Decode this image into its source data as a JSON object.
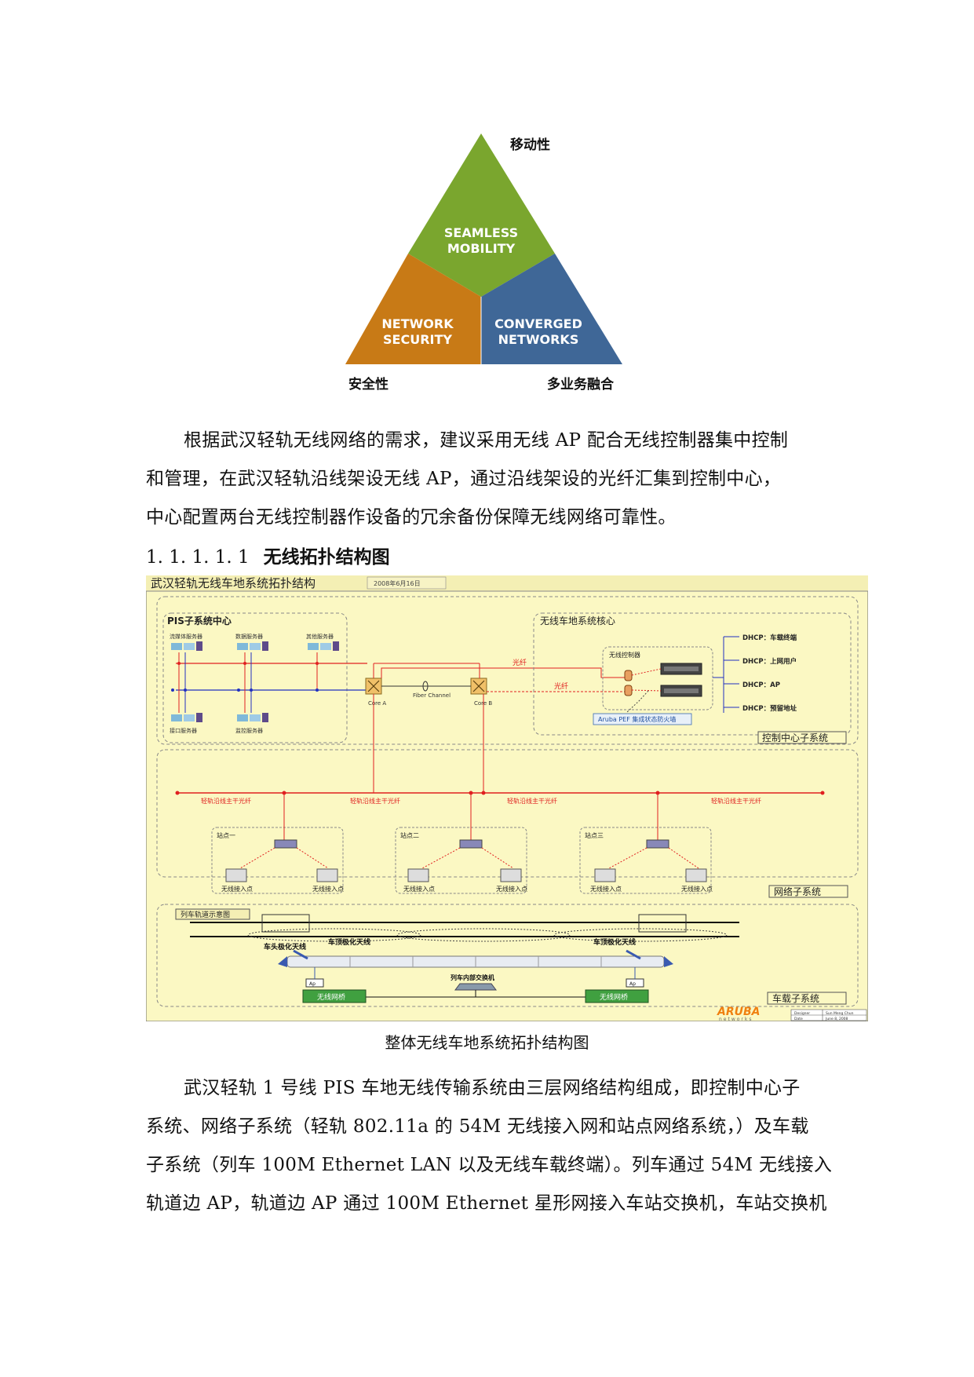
{
  "triangle": {
    "top_label": "移动性",
    "left_label": "安全性",
    "right_label": "多业务融合",
    "top_text_1": "SEAMLESS",
    "top_text_2": "MOBILITY",
    "left_text_1": "NETWORK",
    "left_text_2": "SECURITY",
    "right_text_1": "CONVERGED",
    "right_text_2": "NETWORKS",
    "colors": {
      "top": "#7aa62e",
      "left": "#c87a16",
      "right": "#3f6797"
    }
  },
  "paragraph1": {
    "lines": [
      "根据武汉轻轨无线网络的需求，建议采用无线 AP 配合无线控制器集中控制",
      "和管理，在武汉轻轨沿线架设无线 AP，通过沿线架设的光纤汇集到控制中心，",
      "中心配置两台无线控制器作设备的冗余备份保障无线网络可靠性。"
    ]
  },
  "heading": {
    "number": "1. 1. 1. 1. 1",
    "title": "无线拓扑结构图"
  },
  "diagram": {
    "title": "武汉轻轨无线车地系统拓扑结构",
    "date": "2008年6月16日",
    "pis": {
      "label": "PIS子系统中心",
      "servers": [
        "流媒体服务器",
        "数据服务器",
        "其他服务器",
        "接口服务器",
        "监控服务器"
      ]
    },
    "core_a": "Core A",
    "core_b": "Core B",
    "fiber_channel": "Fiber Channel",
    "fiber_1": "光纤",
    "fiber_2": "光纤",
    "wireless_core": {
      "label": "无线车地系统核心",
      "controller": "无线控制器",
      "firewall": "Aruba PEF 集成状态防火墙",
      "dhcp": [
        "DHCP：车载终端",
        "DHCP：上网用户",
        "DHCP：AP",
        "DHCP：预留地址"
      ]
    },
    "control_center_label": "控制中心子系统",
    "trunk_labels": [
      "轻轨沿线主干光纤",
      "轻轨沿线主干光纤",
      "轻轨沿线主干光纤",
      "轻轨沿线主干光纤"
    ],
    "stations": [
      {
        "name": "站点一",
        "ap_left": "无线接入点",
        "ap_right": "无线接入点"
      },
      {
        "name": "站点二",
        "ap_left": "无线接入点",
        "ap_right": "无线接入点"
      },
      {
        "name": "站点三",
        "ap_left": "无线接入点",
        "ap_right": "无线接入点"
      }
    ],
    "network_label": "网络子系统",
    "track_label": "列车轨道示意图",
    "head_antenna": "车头极化天线",
    "roof_antenna_1": "车顶极化天线",
    "roof_antenna_2": "车顶极化天线",
    "internal_switch": "列车内部交换机",
    "bridge_left": "无线网桥",
    "bridge_right": "无线网桥",
    "bridge_tag_left": "Ap",
    "bridge_tag_right": "Ap",
    "onboard_label": "车载子系统",
    "logo": "ARUBA",
    "logo_sub": "networks",
    "info_1a": "Designer",
    "info_1b": "Sun Meng Chun",
    "info_2a": "Date",
    "info_2b": "June 8, 2008"
  },
  "caption": "整体无线车地系统拓扑结构图",
  "paragraph2": {
    "lines": [
      "武汉轻轨 1 号线 PIS 车地无线传输系统由三层网络结构组成，即控制中心子",
      "系统、网络子系统（轻轨 802.11a 的 54M 无线接入网和站点网络系统，）及车载",
      "子系统（列车 100M Ethernet LAN 以及无线车载终端）。列车通过 54M 无线接入",
      "轨道边 AP，轨道边 AP 通过 100M Ethernet 星形网接入车站交换机，车站交换机"
    ]
  }
}
